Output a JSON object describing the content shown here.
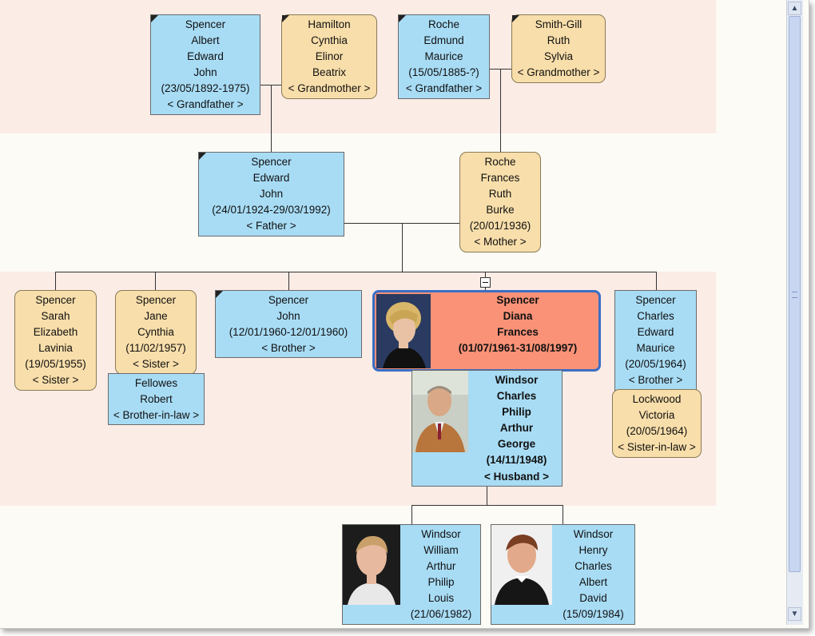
{
  "people": {
    "gf_spencer": {
      "lines": [
        "Spencer",
        "Albert",
        "Edward",
        "John",
        "(23/05/1892-1975)"
      ],
      "role": "< Grandfather >"
    },
    "gm_hamilton": {
      "lines": [
        "Hamilton",
        "Cynthia",
        "Elinor",
        "Beatrix"
      ],
      "role": "< Grandmother >"
    },
    "gf_roche": {
      "lines": [
        "Roche",
        "Edmund",
        "Maurice",
        "(15/05/1885-?)"
      ],
      "role": "< Grandfather >"
    },
    "gm_smithgill": {
      "lines": [
        "Smith-Gill",
        "Ruth",
        "Sylvia"
      ],
      "role": "< Grandmother >"
    },
    "father": {
      "lines": [
        "Spencer",
        "Edward",
        "John",
        "(24/01/1924-29/03/1992)"
      ],
      "role": "< Father >"
    },
    "mother": {
      "lines": [
        "Roche",
        "Frances",
        "Ruth",
        "Burke",
        "(20/01/1936)"
      ],
      "role": "< Mother >"
    },
    "sarah": {
      "lines": [
        "Spencer",
        "Sarah",
        "Elizabeth",
        "Lavinia",
        "(19/05/1955)"
      ],
      "role": "< Sister >"
    },
    "jane": {
      "lines": [
        "Spencer",
        "Jane",
        "Cynthia",
        "(11/02/1957)"
      ],
      "role": "< Sister >"
    },
    "fellowes": {
      "lines": [
        "Fellowes",
        "Robert"
      ],
      "role": "< Brother-in-law >"
    },
    "john": {
      "lines": [
        "Spencer",
        "John",
        "(12/01/1960-12/01/1960)"
      ],
      "role": "< Brother >"
    },
    "diana": {
      "lines": [
        "Spencer",
        "Diana",
        "Frances",
        "(01/07/1961-31/08/1997)"
      ],
      "role": ""
    },
    "charles_husband": {
      "lines": [
        "Windsor",
        "Charles",
        "Philip",
        "Arthur",
        "George",
        "(14/11/1948)"
      ],
      "role": "< Husband >"
    },
    "charles_brother": {
      "lines": [
        "Spencer",
        "Charles",
        "Edward",
        "Maurice",
        "(20/05/1964)"
      ],
      "role": "< Brother >"
    },
    "lockwood": {
      "lines": [
        "Lockwood",
        "Victoria",
        "(20/05/1964)"
      ],
      "role": "< Sister-in-law >"
    },
    "william": {
      "lines": [
        "Windsor",
        "William",
        "Arthur",
        "Philip",
        "Louis",
        "(21/06/1982)"
      ],
      "role": ""
    },
    "henry": {
      "lines": [
        "Windsor",
        "Henry",
        "Charles",
        "Albert",
        "David",
        "(15/09/1984)"
      ],
      "role": ""
    }
  },
  "colors": {
    "male": "#a8dcf5",
    "female": "#f8deaa",
    "selected": "#f99277",
    "selected_border": "#3a6fc4",
    "band": "#fcece6"
  },
  "scrollbar": {
    "up_icon": "arrow-up-icon",
    "down_icon": "arrow-down-icon"
  }
}
